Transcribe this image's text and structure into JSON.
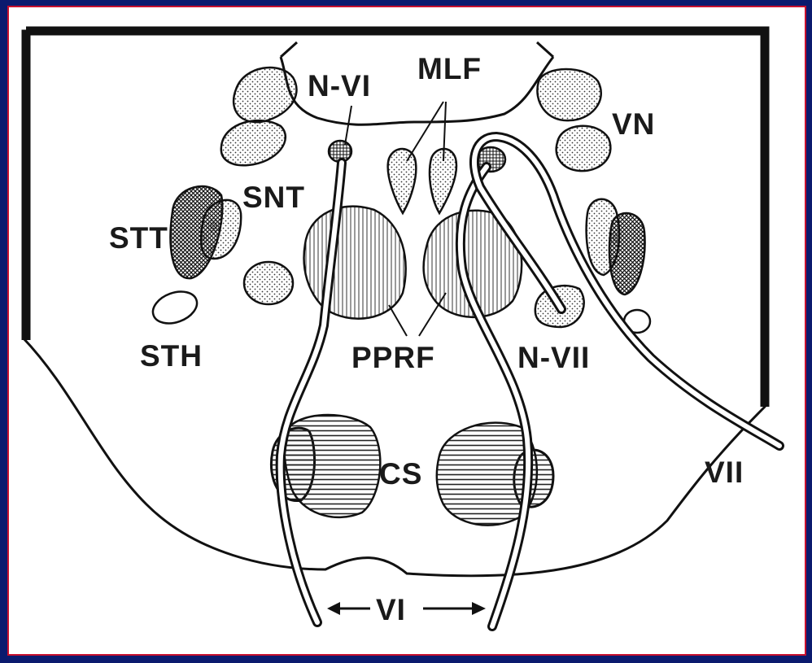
{
  "diagram": {
    "labels": {
      "n_vi": "N-VI",
      "mlf": "MLF",
      "vn": "VN",
      "snt": "SNT",
      "stt": "STT",
      "sth": "STH",
      "pprf": "PPRF",
      "n_vii": "N-VII",
      "cs": "CS",
      "vii": "VII",
      "vi": "VI"
    },
    "colors": {
      "border_outer": "#0b1a6e",
      "border_inner": "#c8102e",
      "ink": "#1a1a1a",
      "background": "#ffffff"
    }
  }
}
